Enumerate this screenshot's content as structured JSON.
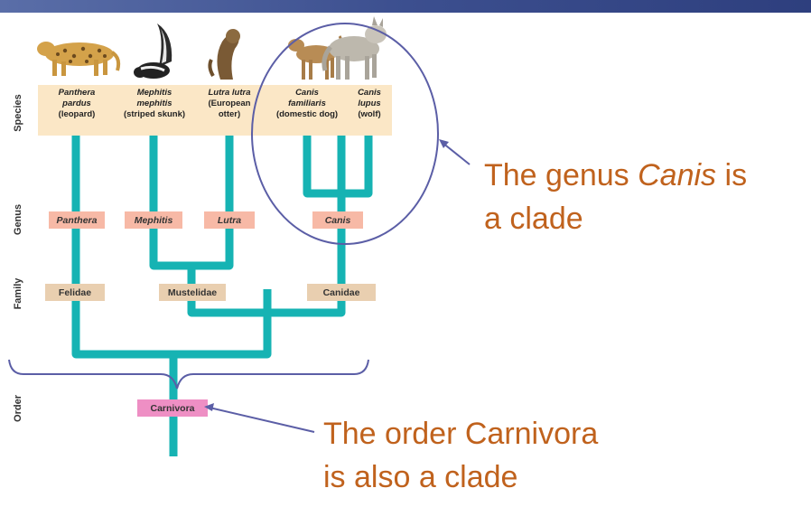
{
  "ranks": {
    "species": "Species",
    "genus": "Genus",
    "family": "Family",
    "order": "Order"
  },
  "species": [
    {
      "name_line1": "Panthera",
      "name_line2": "pardus",
      "common": "(leopard)"
    },
    {
      "name_line1": "Mephitis",
      "name_line2": "mephitis",
      "common": "(striped skunk)"
    },
    {
      "name_line1": "Lutra lutra",
      "name_line2": "(European",
      "common": "otter)"
    },
    {
      "name_line1": "Canis",
      "name_line2": "familiaris",
      "common": "(domestic dog)"
    },
    {
      "name_line1": "Canis",
      "name_line2": "lupus",
      "common": "(wolf)"
    }
  ],
  "genera": [
    "Panthera",
    "Mephitis",
    "Lutra",
    "Canis"
  ],
  "families": [
    "Felidae",
    "Mustelidae",
    "Canidae"
  ],
  "order": "Carnivora",
  "callouts": {
    "canis_line1_before": "The genus ",
    "canis_line1_italic": "Canis",
    "canis_line1_after": " is",
    "canis_line2": "a clade",
    "carnivora_line1": "The order Carnivora",
    "carnivora_line2": "is also a clade"
  },
  "colors": {
    "branch": "#16b3b3",
    "callout_text": "#c0621d",
    "outline": "#5b5ea6",
    "genus_box": "#f7b9a6",
    "family_box": "#e9cfb0",
    "order_box": "#ee8fc4",
    "species_box": "#fbe7c6"
  }
}
